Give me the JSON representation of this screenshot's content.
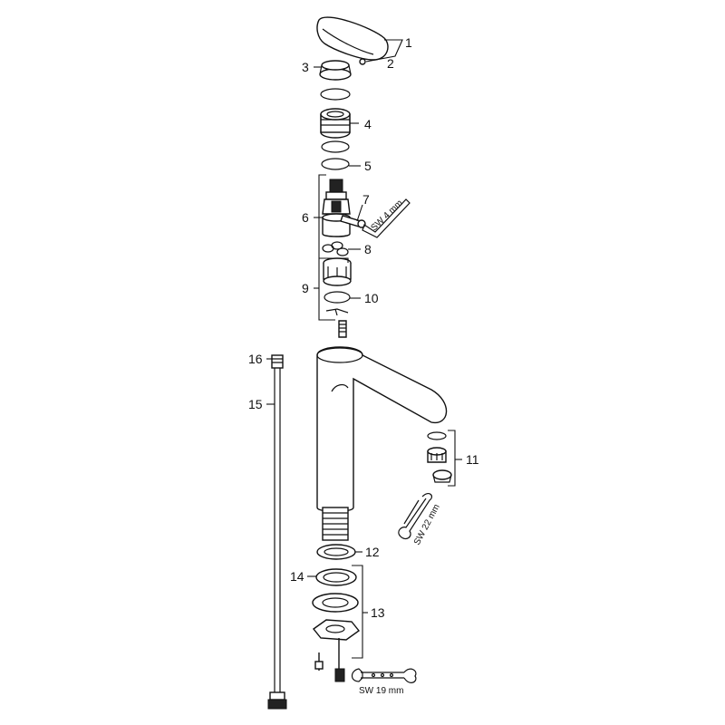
{
  "labels": {
    "p1": "1",
    "p2": "2",
    "p3": "3",
    "p4": "4",
    "p5": "5",
    "p6": "6",
    "p7": "7",
    "p8": "8",
    "p9": "9",
    "p10": "10",
    "p11": "11",
    "p12": "12",
    "p13": "13",
    "p14": "14",
    "p15": "15",
    "p16": "16"
  },
  "tools": {
    "hex_key": "SW 4 mm",
    "wrench_small": "SW 22 mm",
    "wrench_bottom": "SW 19 mm"
  }
}
